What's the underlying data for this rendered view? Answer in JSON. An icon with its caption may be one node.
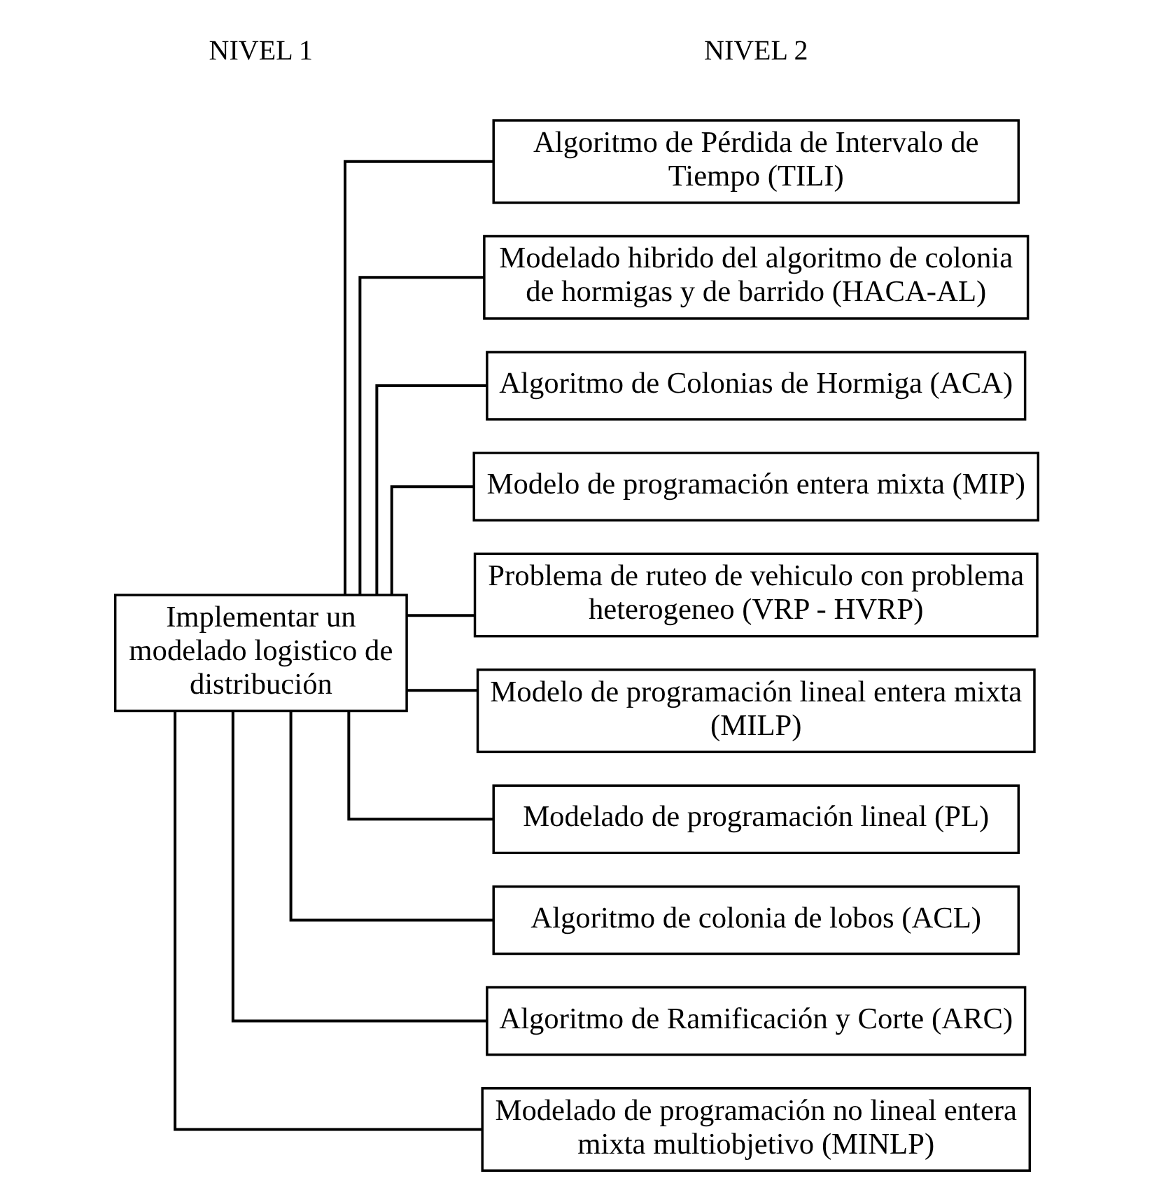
{
  "diagram": {
    "nodes": [
      {
        "text": [
          "Implementar un modelado logistico de distribución"
        ]
      },
      {
        "text": [
          "Algoritmo de Pérdida de Intervalo de Tiempo (TILI)"
        ]
      },
      {
        "text": [
          "Modelado hibrido del algoritmo de colonia de hormigas y de barrido (HACA-AL)"
        ]
      },
      {
        "text": [
          "Algoritmo de Colonias de Hormiga (ACA)"
        ]
      },
      {
        "text": [
          "Modelo de programación entera mixta (MIP)"
        ]
      },
      {
        "text": [
          "Problema de ruteo de vehiculo con problema heterogeneo (VRP - HVRP)"
        ]
      },
      {
        "text": [
          "Modelo de programación lineal entera mixta (MILP)"
        ]
      },
      {
        "text": [
          "Modelado de programación lineal (PL)"
        ]
      },
      {
        "text": [
          "Algoritmo de colonia de lobos (ACL)"
        ]
      },
      {
        "text": [
          "Algoritmo de Ramificación y Corte (ARC)"
        ]
      },
      {
        "text": [
          "Modelado de programación no lineal entera mixta multiobjetivo (MINLP)"
        ]
      }
    ],
    "edges": [
      {
        "from": 0,
        "to": 1,
        "arrow": "none"
      },
      {
        "from": 0,
        "to": 2,
        "arrow": "none"
      },
      {
        "from": 0,
        "to": 3,
        "arrow": "none"
      },
      {
        "from": 0,
        "to": 4,
        "arrow": "none"
      },
      {
        "from": 0,
        "to": 5,
        "arrow": "none"
      },
      {
        "from": 0,
        "to": 6,
        "arrow": "none"
      },
      {
        "from": 0,
        "to": 7,
        "arrow": "none"
      },
      {
        "from": 0,
        "to": 8,
        "arrow": "none"
      },
      {
        "from": 0,
        "to": 9,
        "arrow": "none"
      },
      {
        "from": 0,
        "to": 10,
        "arrow": "none"
      }
    ],
    "labels": [
      "NIVEL 1",
      "NIVEL 2"
    ]
  }
}
